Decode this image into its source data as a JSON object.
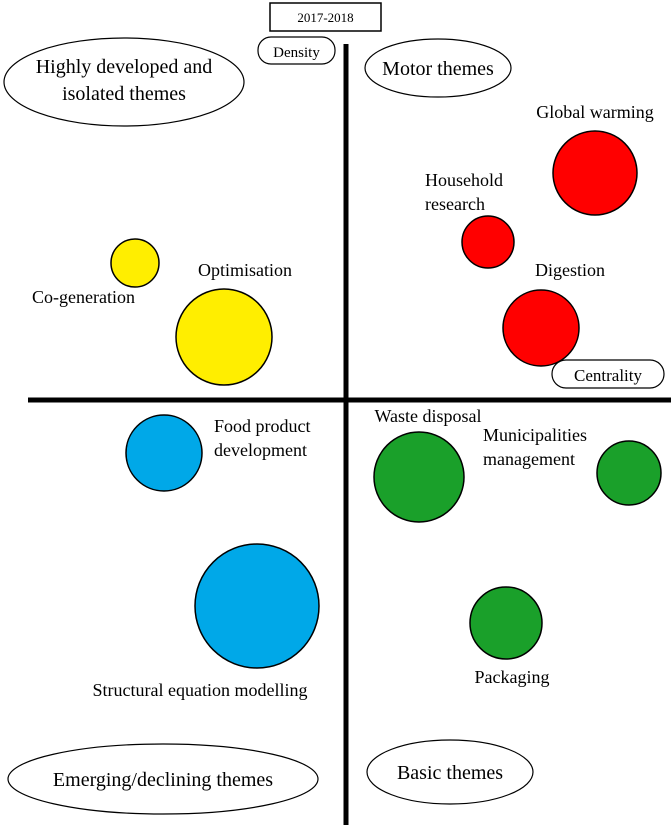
{
  "title": "2017-2018",
  "axes": {
    "y_label": "Density",
    "x_label": "Centrality"
  },
  "quadrants": {
    "top_left": [
      "Highly developed and",
      "isolated themes"
    ],
    "top_right": "Motor themes",
    "bottom_left": "Emerging/declining themes",
    "bottom_right": "Basic themes"
  },
  "colors": {
    "motor": "#ff0000",
    "isolated": "#ffee00",
    "emerging": "#00a8e8",
    "basic": "#1aa02a"
  },
  "themes": [
    {
      "id": "global-warming",
      "lines": [
        "Global warming"
      ],
      "quadrant": "motor"
    },
    {
      "id": "household-research",
      "lines": [
        "Household",
        "research"
      ],
      "quadrant": "motor"
    },
    {
      "id": "digestion",
      "lines": [
        "Digestion"
      ],
      "quadrant": "motor"
    },
    {
      "id": "co-generation",
      "lines": [
        "Co-generation"
      ],
      "quadrant": "isolated"
    },
    {
      "id": "optimisation",
      "lines": [
        "Optimisation"
      ],
      "quadrant": "isolated"
    },
    {
      "id": "food-product-development",
      "lines": [
        "Food product",
        "development"
      ],
      "quadrant": "emerging"
    },
    {
      "id": "structural-equation-modelling",
      "lines": [
        "Structural equation modelling"
      ],
      "quadrant": "emerging"
    },
    {
      "id": "waste-disposal",
      "lines": [
        "Waste disposal"
      ],
      "quadrant": "basic"
    },
    {
      "id": "municipalities-management",
      "lines": [
        "Municipalities",
        "management"
      ],
      "quadrant": "basic"
    },
    {
      "id": "packaging",
      "lines": [
        "Packaging"
      ],
      "quadrant": "basic"
    }
  ]
}
